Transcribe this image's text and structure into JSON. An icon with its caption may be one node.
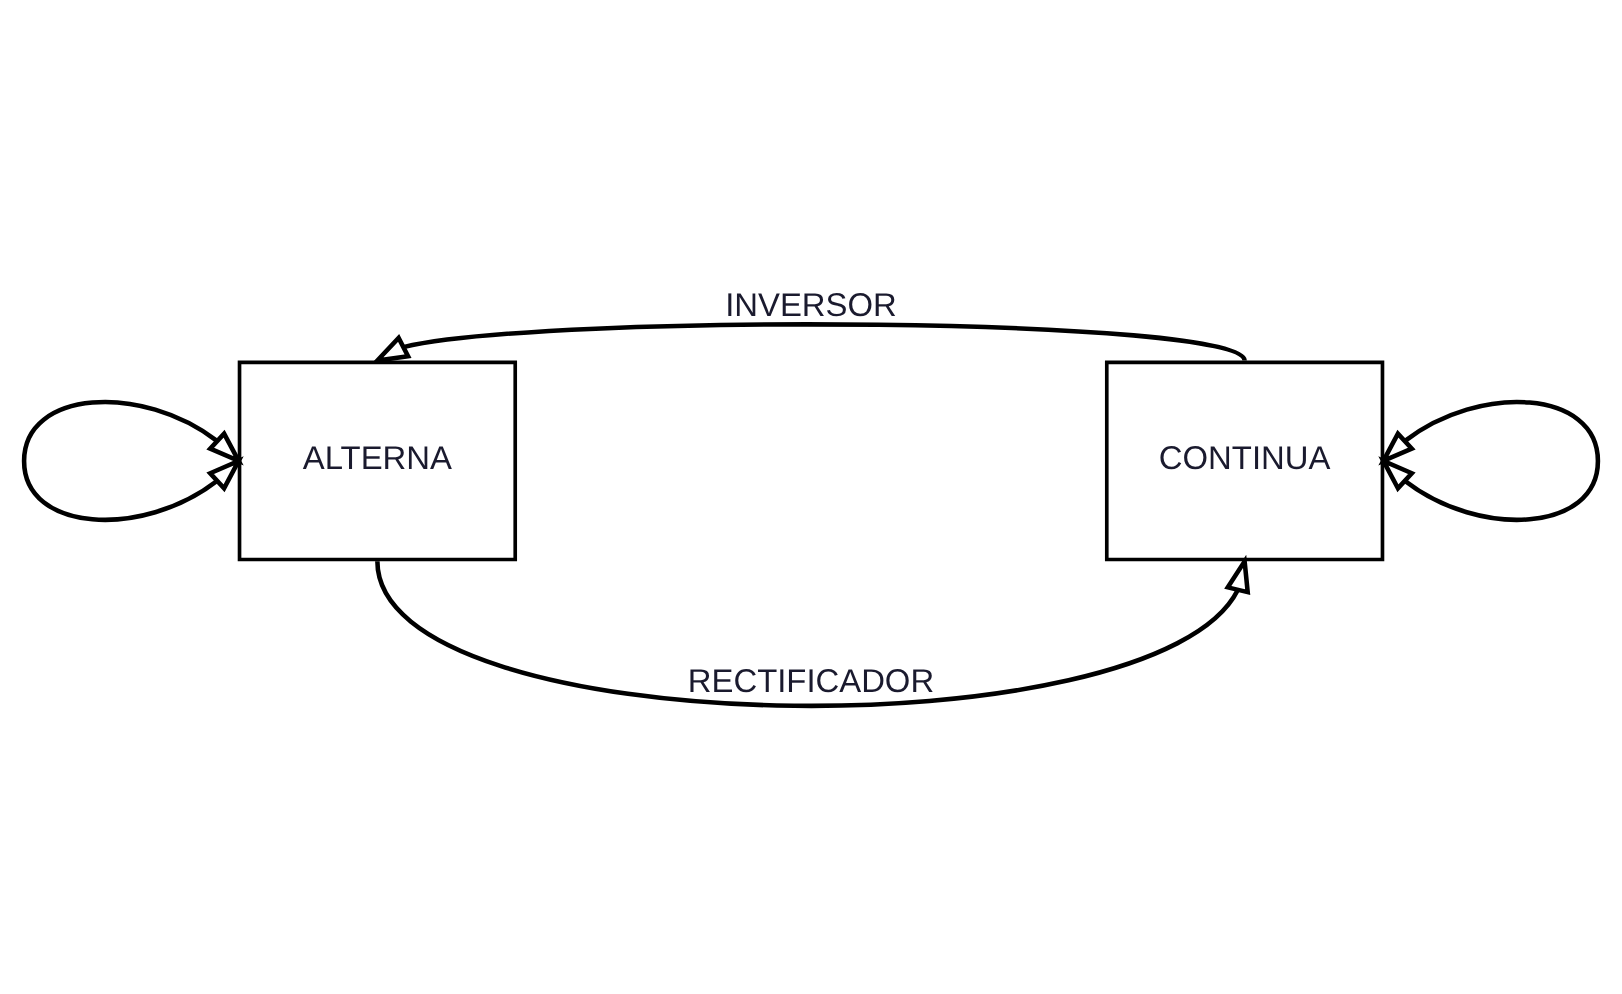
{
  "diagram": {
    "nodes": [
      {
        "text": [
          "ALTERNA"
        ]
      },
      {
        "text": [
          "CONTINUA"
        ]
      }
    ],
    "edges": [
      {
        "from": 1,
        "to": 0,
        "arrow": "to",
        "label": "INVERSOR"
      },
      {
        "from": 0,
        "to": 1,
        "arrow": "to",
        "label": "RECTIFICADOR"
      },
      {
        "from": 0,
        "to": 0,
        "arrow": "both"
      },
      {
        "from": 1,
        "to": 1,
        "arrow": "both"
      }
    ]
  }
}
